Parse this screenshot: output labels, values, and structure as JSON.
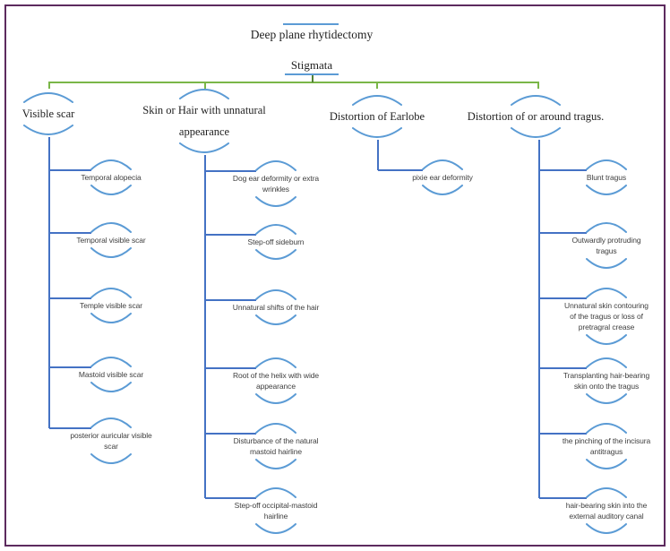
{
  "title": "Deep plane rhytidectomy",
  "subtitle": "Stigmata",
  "branches": [
    {
      "label": "Visible scar",
      "children": [
        "Temporal alopecia",
        "Temporal visible scar",
        "Temple visible scar",
        "Mastoid visible scar",
        "posterior auricular visible\nscar"
      ]
    },
    {
      "label": "Skin or Hair with unnatural\nappearance",
      "children": [
        "Dog ear deformity or extra\nwrinkles",
        "Step-off sideburn",
        "Unnatural shifts of the hair",
        "Root of the helix with wide\nappearance",
        "Disturbance of the natural\nmastoid hairline",
        "Step-off occipital-mastoid\nhairline"
      ]
    },
    {
      "label": "Distortion of Earlobe",
      "children": [
        "pixie ear deformity"
      ]
    },
    {
      "label": "Distortion of or around tragus.",
      "children": [
        "Blunt tragus",
        "Outwardly protruding\ntragus",
        "Unnatural skin contouring\nof the tragus or loss of\npretragral crease",
        "Transplanting hair-bearing\nskin onto the tragus",
        "the pinching of the incisura\nantitragus",
        "hair-bearing skin into the\nexternal auditory canal"
      ]
    }
  ],
  "colors": {
    "page_border": "#5c2a5e",
    "tree_line_green": "#7ab648",
    "stigmata_stub_dark_green": "#538135",
    "arc_blue": "#5b9bd5",
    "connector_blue": "#4472c4",
    "text_dark": "#1f1f1f",
    "text_child": "#404040"
  }
}
